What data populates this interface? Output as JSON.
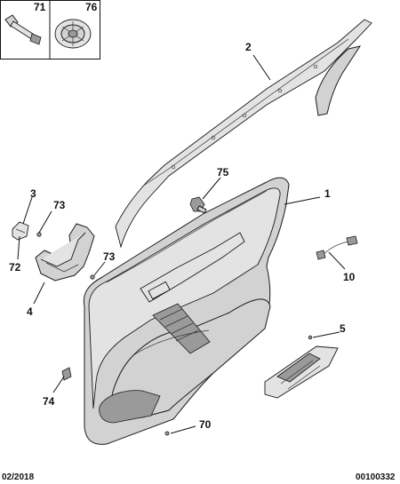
{
  "callouts": {
    "c71": "71",
    "c76": "76",
    "c2": "2",
    "c75": "75",
    "c1": "1",
    "c3": "3",
    "c73a": "73",
    "c72": "72",
    "c73b": "73",
    "c4": "4",
    "c10": "10",
    "c5": "5",
    "c74": "74",
    "c70": "70"
  },
  "footer": {
    "date": "02/2018",
    "reference": "00100332"
  },
  "icons": [
    "rivet-icon",
    "clip-icon"
  ]
}
